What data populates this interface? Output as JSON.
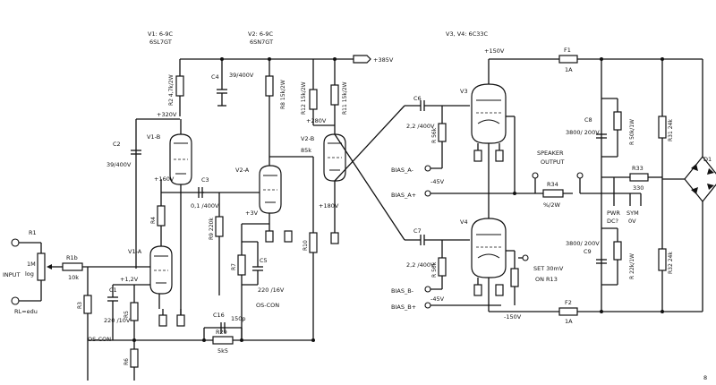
{
  "headers": {
    "v1": [
      "V1: 6-9C",
      "6SL7GT"
    ],
    "v2": [
      "V2: 6-9C",
      "6SN7GT"
    ],
    "v3v4": "V3, V4: 6C33C"
  },
  "rails": {
    "b385": "+385V",
    "b320": "+320V",
    "b280": "+280V",
    "b180": "+180V",
    "b150": "+150V",
    "m150": "-150V",
    "b160": "+160V",
    "b1_2": "+1,2V",
    "b3v": "+3V",
    "m45a": "-45V",
    "m45b": "-45V"
  },
  "input": {
    "label": "INPUT",
    "sublabel": "RL=edu"
  },
  "r1": {
    "ref": "R1",
    "value": "1M",
    "sub": "log"
  },
  "v1a": "V1-A",
  "v1b": "V1-B",
  "v2a": "V2-A",
  "v2b": "V2-B",
  "v3": "V3",
  "v4": "V4",
  "components": {
    "r_in": {
      "ref": "R1b",
      "value": "10k"
    },
    "r2": "R2 4,7k/2W",
    "r3": "R3",
    "r4": "R4",
    "r5": "R5",
    "r6": "R6",
    "r7": "R7",
    "r8": "R8 15k/2W",
    "r9": "R9 220k",
    "r10": "R10",
    "r11": "R11 15k/2W",
    "r12": "R12 15k/2W",
    "c1": "C1",
    "c1_val": "220 /10V",
    "c1_type": "OS-CON",
    "c2": "C2",
    "c2_val": "39/400V",
    "c3": "C3",
    "c3_val": "0,1 /400V",
    "c4": "C4",
    "c4_val": "39/400V",
    "c5": "C5",
    "c5_val": "220 /16V",
    "c5_type": "OS-CON",
    "c16": "C16",
    "c16_val": "150p",
    "r29": "R29",
    "r29_val": "5k5",
    "c6": "C6",
    "c6_val": "2,2 /400V",
    "c7": "C7",
    "c7_val": "2,2 /400V",
    "r_g3": "R  56k",
    "r_g4": "R  56k",
    "c8": "C8",
    "c8_val": "3800/ 200V",
    "c9": "C9",
    "c9_val": "3800/ 200V",
    "r_c8": "R 50k/1W",
    "r_c9": "R 22k/1W",
    "r31": "R31 24k",
    "r32": "R32 24k",
    "r33": "R33",
    "r33_val": "330",
    "r34": "R34",
    "r34_val": "%/2W",
    "f1": "F1",
    "f1_val": "1A",
    "f2": "F2",
    "f2_val": "1A",
    "d1": "D1"
  },
  "labels": {
    "bias_a_minus": "BIAS_A-",
    "bias_a_plus": "BIAS_A+",
    "bias_b_minus": "BIAS_B-",
    "bias_b_plus": "BIAS_B+",
    "speaker_output": [
      "SPEAKER",
      "OUTPUT"
    ],
    "set": [
      "SET 30mV",
      "ON R13"
    ],
    "pwr": [
      "PWR",
      "DC?"
    ],
    "sym": [
      "SYM",
      "0V"
    ],
    "page": "8",
    "c_val_0": "150",
    "r_val_85k": "85k"
  }
}
